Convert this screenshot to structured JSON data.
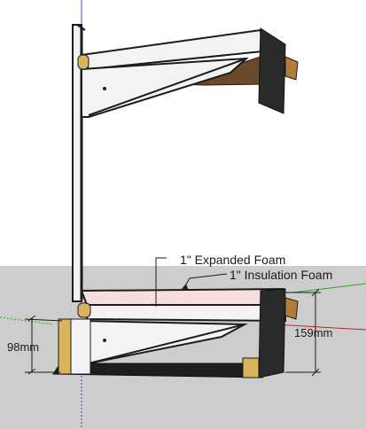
{
  "colors": {
    "sky": "#ffffff",
    "ground": "#cdcdcd",
    "frame": "#f3f3f3",
    "outline": "#1c1c1c",
    "wood": "#d9b45a",
    "wood_dark": "#6b4a2a",
    "foam_pink": "#f6dede",
    "axis_red": "#cc2222",
    "axis_green": "#22aa22",
    "axis_blue": "#3344cc"
  },
  "annotations": {
    "expanded_foam": "1\" Expanded Foam",
    "insulation_foam": "1\" Insulation Foam",
    "dim_left": "98mm",
    "dim_right": "159mm"
  }
}
